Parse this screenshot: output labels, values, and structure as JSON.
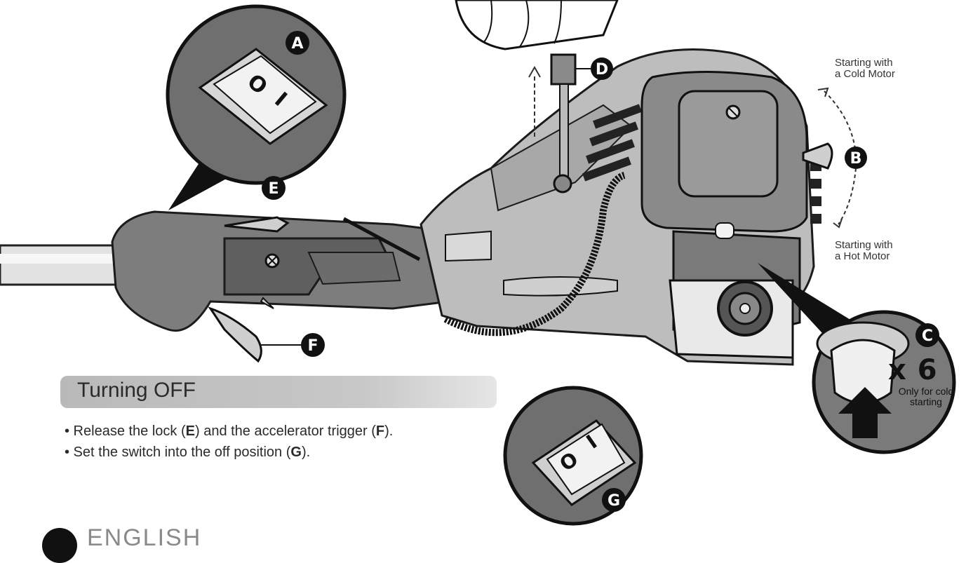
{
  "callouts": {
    "a": "A",
    "b": "B",
    "c": "C",
    "d": "D",
    "e": "E",
    "f": "F",
    "g": "G"
  },
  "notes": {
    "cold_motor": [
      "Starting with",
      "a Cold Motor"
    ],
    "hot_motor": [
      "Starting with",
      "a Hot Motor"
    ],
    "primer_count": "x 6",
    "primer_note": [
      "Only for cold",
      "starting"
    ]
  },
  "section": {
    "title": "Turning OFF",
    "bullets": [
      {
        "before": "• Release the lock (",
        "key1": "E",
        "middle": ") and the accelerator trigger (",
        "key2": "F",
        "after": ")."
      },
      {
        "before": "• Set the switch into the off position (",
        "key1": "G",
        "after": ")."
      }
    ]
  },
  "switch_symbols": {
    "off": "O",
    "on": "I"
  },
  "footer": {
    "language": "ENGLISH"
  }
}
